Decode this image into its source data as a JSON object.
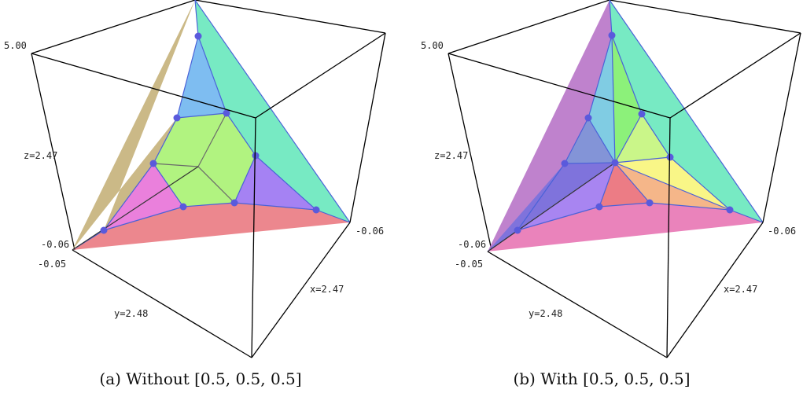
{
  "panels": [
    {
      "caption": "(a) Without [0.5, 0.5, 0.5]",
      "axis_labels": {
        "z_max": "5.00",
        "z_mid": "z=2.47",
        "z_min": "-0.06",
        "y_min": "-0.05",
        "y_mid": "y=2.48",
        "x_min": "-0.06",
        "x_mid": "x=2.47"
      }
    },
    {
      "caption": "(b) With [0.5, 0.5, 0.5]",
      "axis_labels": {
        "z_max": "5.00",
        "z_mid": "z=2.47",
        "z_min": "-0.06",
        "y_min": "-0.05",
        "y_mid": "y=2.48",
        "x_min": "-0.06",
        "x_mid": "x=2.47"
      }
    }
  ],
  "colors": {
    "tan": "#c2ad72",
    "teal": "#5fe6b8",
    "blue": "#70b6f0",
    "green": "#a8f272",
    "magenta": "#e872d8",
    "purple": "#9b74f2",
    "red": "#ea7a82",
    "violet": "#b46cc4",
    "yellow": "#f8f57a",
    "orange": "#f4ae7c",
    "pink": "#e876b4",
    "vertex": "#5a5adc",
    "edge": "#4a62d8"
  }
}
